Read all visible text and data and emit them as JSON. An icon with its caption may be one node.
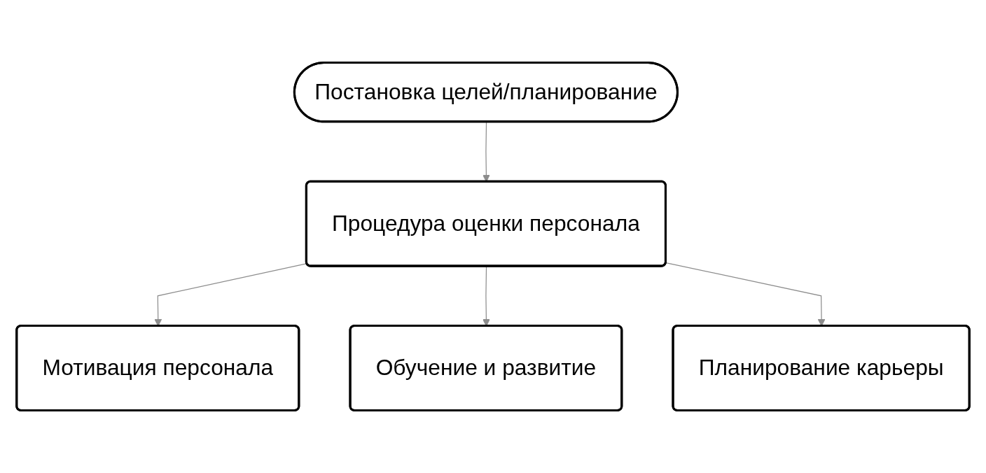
{
  "diagram": {
    "nodes": [
      {
        "text": [
          "Постановка целей/планирование"
        ]
      },
      {
        "text": [
          "Процедура оценки персонала"
        ]
      },
      {
        "text": [
          "Мотивация персонала"
        ]
      },
      {
        "text": [
          "Обучение и развитие"
        ]
      },
      {
        "text": [
          "Планирование карьеры"
        ]
      }
    ],
    "edges": [
      {
        "from": 0,
        "to": 1,
        "arrow": "to"
      },
      {
        "from": 1,
        "to": 2,
        "arrow": "to"
      },
      {
        "from": 1,
        "to": 3,
        "arrow": "to"
      },
      {
        "from": 1,
        "to": 4,
        "arrow": "to"
      }
    ]
  }
}
